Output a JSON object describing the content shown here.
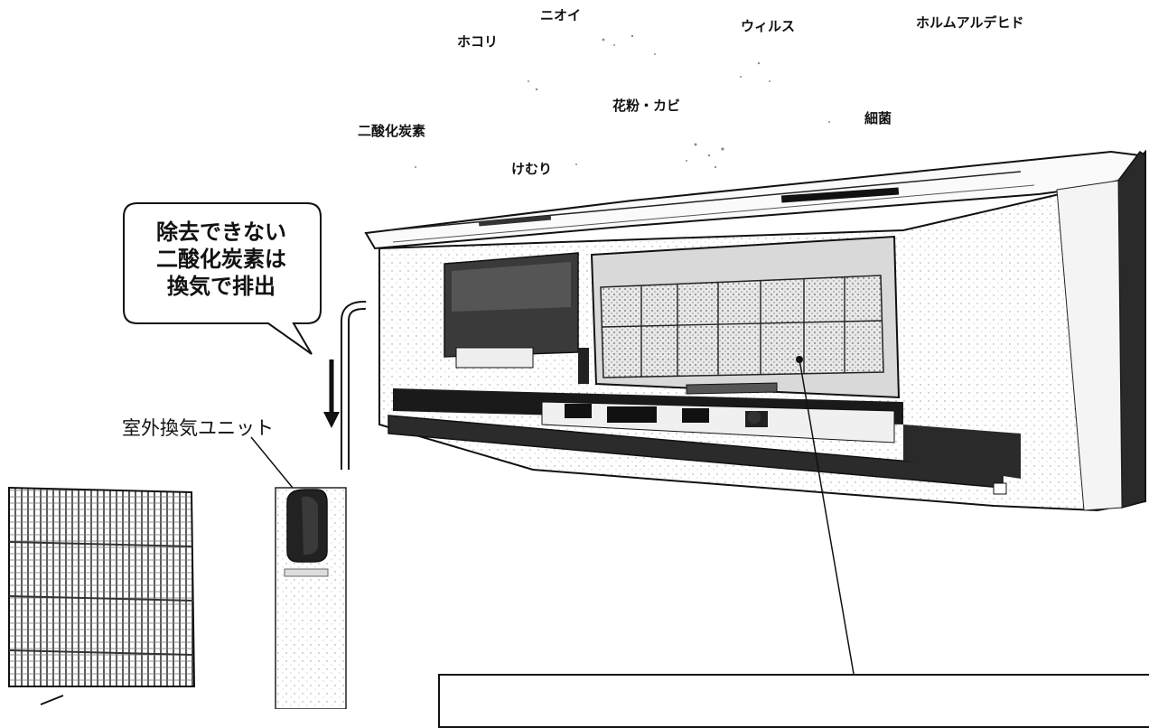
{
  "pollutants": {
    "dust": "ホコリ",
    "odor": "ニオイ",
    "virus": "ウィルス",
    "formaldehyde": "ホルムアルデヒド",
    "pollen_mold": "花粉・カビ",
    "bacteria": "細菌",
    "co2": "二酸化炭素",
    "smoke": "けむり"
  },
  "callout": {
    "line1": "除去できない",
    "line2": "二酸化炭素は",
    "line3": "換気で排出"
  },
  "outdoor_unit_label": "室外換気ユニット"
}
